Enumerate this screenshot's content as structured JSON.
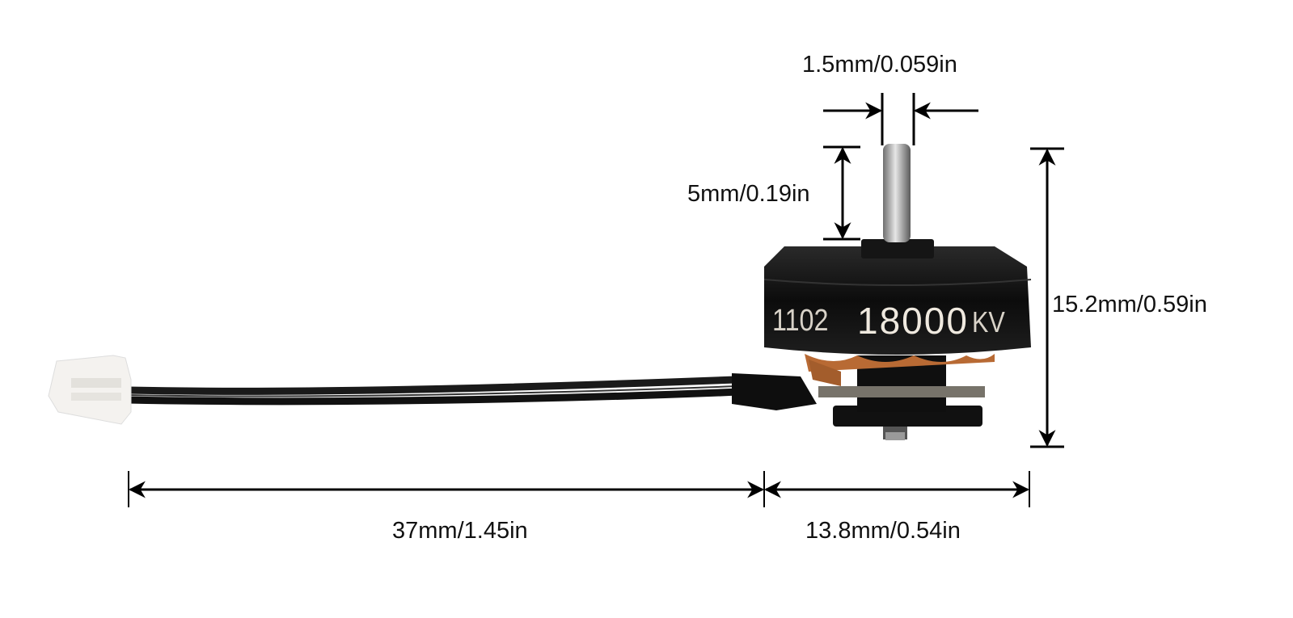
{
  "dimensions": {
    "shaft_diameter": "1.5mm/0.059in",
    "shaft_length": "5mm/0.19in",
    "total_height": "15.2mm/0.59in",
    "cable_length": "37mm/1.45in",
    "motor_width": "13.8mm/0.54in"
  },
  "motor": {
    "model": "1102",
    "kv": "18000KV",
    "kv_number": "18000",
    "kv_unit": "KV"
  },
  "colors": {
    "background": "#ffffff",
    "line": "#000000",
    "motor_body": "#141414",
    "copper": "#b86a34",
    "connector": "#f3f1ee",
    "shaft": "#b8b8b8"
  }
}
